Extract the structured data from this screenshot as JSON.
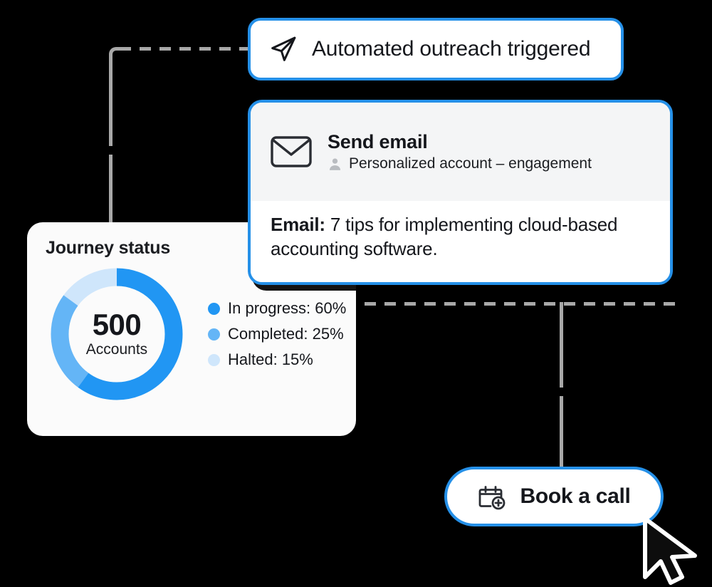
{
  "theme": {
    "accent_blue": "#2590e8",
    "card_bg": "#ffffff",
    "header_bg": "#f4f5f6",
    "journey_bg": "#fbfbfb",
    "text_dark": "#15171c",
    "connector_gray": "#a8a8a8",
    "shadow": "#000000"
  },
  "outreach_card": {
    "icon": "paper-plane-icon",
    "label": "Automated outreach triggered"
  },
  "email_card": {
    "icon": "envelope-icon",
    "title": "Send email",
    "subtitle_icon": "person-icon",
    "subtitle": "Personalized account – engagement",
    "body_label": "Email:",
    "body_text": "7 tips for implementing cloud-based accounting software."
  },
  "journey_card": {
    "title": "Journey status",
    "center_value": "500",
    "center_caption": "Accounts",
    "legend": [
      {
        "label": "In progress: 60%",
        "color": "#2196f3"
      },
      {
        "label": "Completed: 25%",
        "color": "#64b5f6"
      },
      {
        "label": "Halted: 15%",
        "color": "#cfe6fb"
      }
    ]
  },
  "book_call_button": {
    "icon": "calendar-plus-icon",
    "label": "Book a call"
  },
  "cursor": {
    "icon": "mouse-pointer-icon"
  },
  "chart_data": {
    "type": "pie",
    "title": "Journey status",
    "categories": [
      "In progress",
      "Completed",
      "Halted"
    ],
    "values": [
      60,
      25,
      15
    ],
    "unit": "%",
    "colors": [
      "#2196f3",
      "#64b5f6",
      "#cfe6fb"
    ],
    "center_label": "500",
    "center_sublabel": "Accounts",
    "total": 500,
    "donut": true,
    "start_angle_deg": 0,
    "direction": "clockwise",
    "legend_position": "right",
    "xlabel": "",
    "ylabel": ""
  }
}
